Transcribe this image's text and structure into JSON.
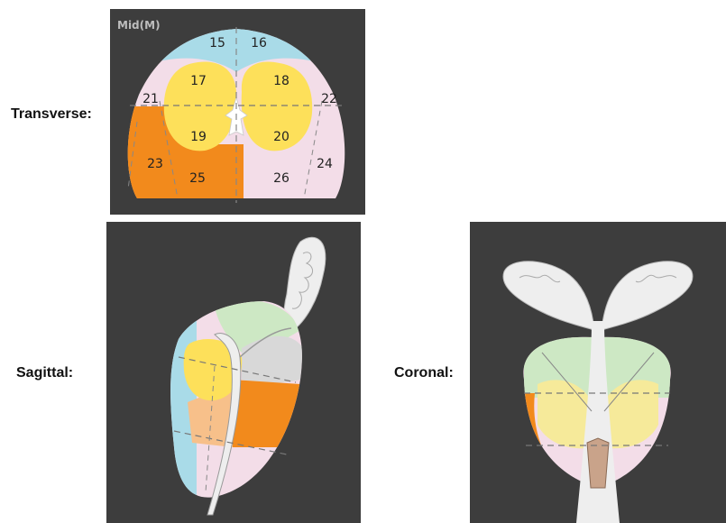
{
  "labels": {
    "transverse": "Transverse:",
    "sagittal": "Sagittal:",
    "coronal": "Coronal:"
  },
  "transverse": {
    "level_tag": "Mid(M)",
    "zones": {
      "z15": "15",
      "z16": "16",
      "z17": "17",
      "z18": "18",
      "z19": "19",
      "z20": "20",
      "z21": "21",
      "z22": "22",
      "z23": "23",
      "z24": "24",
      "z25": "25",
      "z26": "26"
    }
  },
  "colors": {
    "panel": "#3d3d3d",
    "anterior_stroma": "#a9dbe8",
    "transition_zone": "#fde05a",
    "peripheral_zone": "#f3dde8",
    "highlight": "#f28a1c",
    "central_zone": "#cde8c4",
    "seminal_vesicle": "#eeeeee"
  }
}
